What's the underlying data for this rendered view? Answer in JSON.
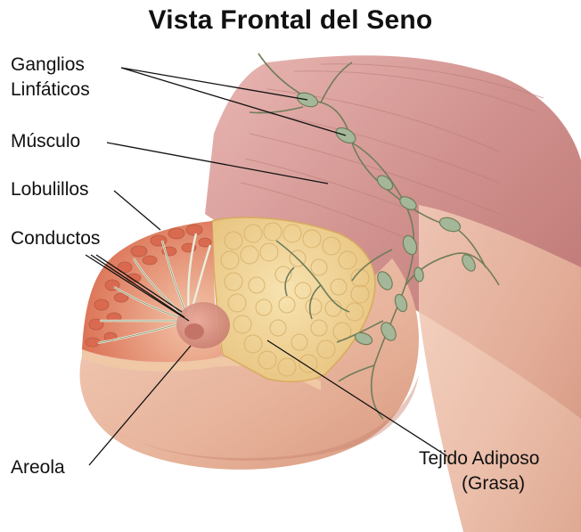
{
  "title": "Vista Frontal del Seno",
  "labels": {
    "ganglios_line1": "Ganglios",
    "ganglios_line2": "Linfáticos",
    "musculo": "Músculo",
    "lobulillos": "Lobulillos",
    "conductos": "Conductos",
    "areola": "Areola",
    "tejido_line1": "Tejido Adiposo",
    "tejido_line2": "(Grasa)"
  },
  "colors": {
    "skin": "#e9b8a0",
    "muscle": "#c98a86",
    "fat": "#f2d79a",
    "lobules": "#e07a5c",
    "lymph_node": "#9fb596",
    "vessel": "#6f7d5a"
  }
}
